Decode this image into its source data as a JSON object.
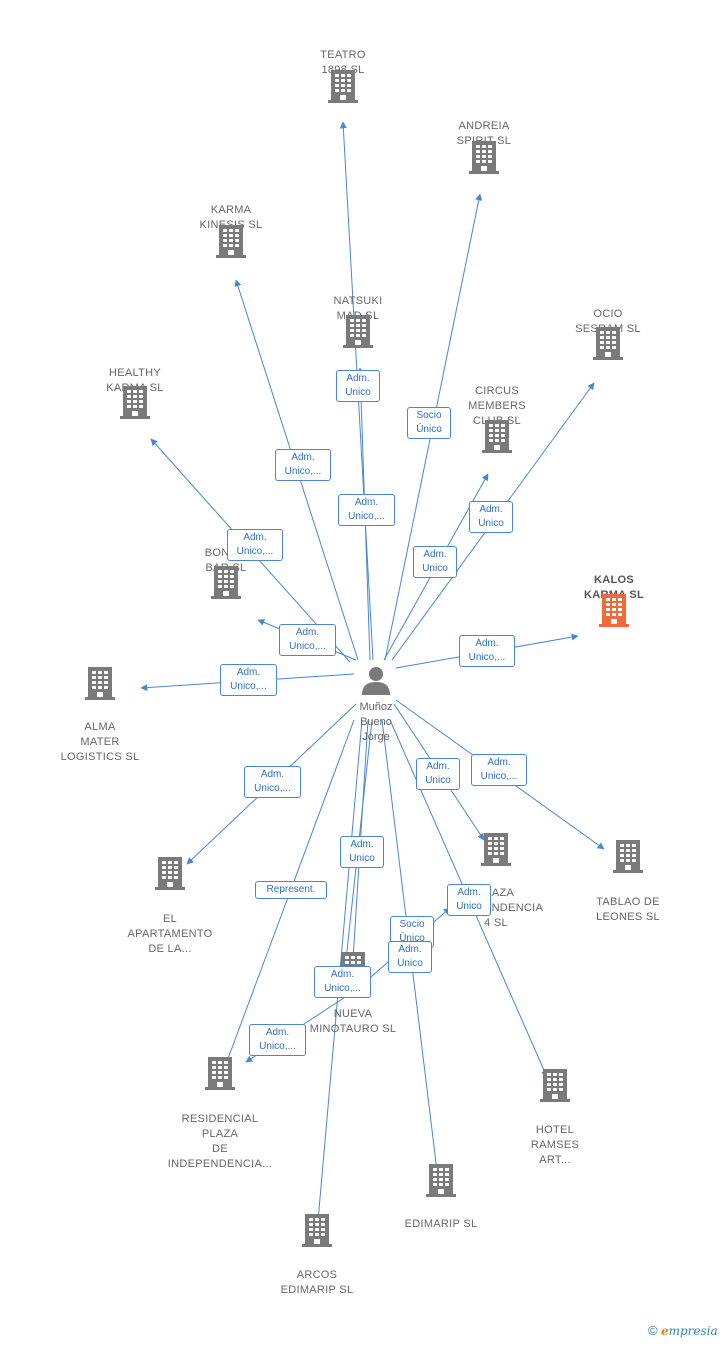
{
  "center": {
    "name": "Muñoz\nBueno\nJorge"
  },
  "companies": [
    {
      "id": "teatro",
      "name": "TEATRO\n1898  SL"
    },
    {
      "id": "andreia",
      "name": "ANDREIA\nSPIRIT  SL"
    },
    {
      "id": "karma_kinesis",
      "name": "KARMA\nKINESIS  SL"
    },
    {
      "id": "natsuki",
      "name": "NATSUKI\nMAD  SL"
    },
    {
      "id": "ocio",
      "name": "OCIO\nSESRAM  SL"
    },
    {
      "id": "healthy",
      "name": "HEALTHY\nKARMA  SL"
    },
    {
      "id": "circus",
      "name": "CIRCUS\nMEMBERS\nCLUB  SL"
    },
    {
      "id": "bongo",
      "name": "BONGO\nBAR  SL"
    },
    {
      "id": "kalos",
      "name": "KALOS\nKARMA  SL",
      "highlight": true
    },
    {
      "id": "alma",
      "name": "ALMA\nMATER\nLOGISTICS  SL"
    },
    {
      "id": "el_apart",
      "name": "EL\nAPARTAMENTO\nDE LA..."
    },
    {
      "id": "plaza",
      "name": "PLAZA\nINDEPENDENCIA\n4 SL"
    },
    {
      "id": "tablao",
      "name": "TABLAO DE\nLEONES  SL"
    },
    {
      "id": "nueva",
      "name": "NUEVA\nMINOTAURO SL"
    },
    {
      "id": "residencial",
      "name": "RESIDENCIAL\nPLAZA\nDE\nINDEPENDENCIA..."
    },
    {
      "id": "hotel",
      "name": "HOTEL\nRAMSES\nART..."
    },
    {
      "id": "edimarip",
      "name": "EDIMARIP  SL"
    },
    {
      "id": "arcos",
      "name": "ARCOS\nEDIMARIP  SL"
    }
  ],
  "edge_labels": [
    {
      "id": "e_natsuki",
      "text": "Adm.\nUnico"
    },
    {
      "id": "e_andreia",
      "text": "Socio\nÚnico"
    },
    {
      "id": "e_karma_kinesis",
      "text": "Adm.\nUnico,..."
    },
    {
      "id": "e_teatro",
      "text": "Adm.\nUnico,..."
    },
    {
      "id": "e_ocio",
      "text": "Adm.\nUnico"
    },
    {
      "id": "e_healthy",
      "text": "Adm.\nUnico,..."
    },
    {
      "id": "e_circus",
      "text": "Adm.\nUnico"
    },
    {
      "id": "e_bongo",
      "text": "Adm.\nUnico,..."
    },
    {
      "id": "e_kalos",
      "text": "Adm.\nUnico,..."
    },
    {
      "id": "e_alma",
      "text": "Adm.\nUnico,..."
    },
    {
      "id": "e_el_apart",
      "text": "Adm.\nUnico,..."
    },
    {
      "id": "e_plaza",
      "text": "Adm.\nUnico"
    },
    {
      "id": "e_tablao",
      "text": "Adm.\nUnico,..."
    },
    {
      "id": "e_nueva",
      "text": "Adm.\nUnico"
    },
    {
      "id": "e_residencial_rep",
      "text": "Represent."
    },
    {
      "id": "e_plaza2",
      "text": "Adm.\nUnico"
    },
    {
      "id": "e_socio2",
      "text": "Socio\nÚnico"
    },
    {
      "id": "e_edimarip",
      "text": "Adm.\nUnico"
    },
    {
      "id": "e_arcos",
      "text": "Adm.\nUnico,..."
    },
    {
      "id": "e_residencial",
      "text": "Adm.\nUnico,..."
    }
  ],
  "footer": {
    "copyright": "©",
    "brand_e": "e",
    "brand_rest": "mpresia"
  },
  "colors": {
    "edge": "#4a86d4",
    "node": "#7a7a7a",
    "highlight": "#f26a3b"
  }
}
